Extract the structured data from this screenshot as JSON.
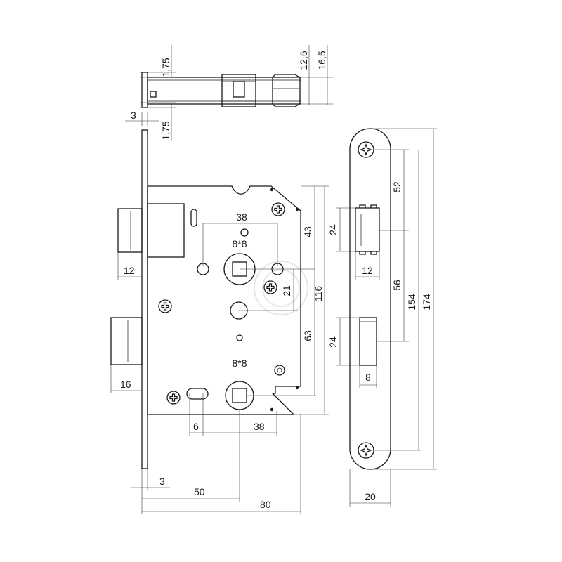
{
  "top_view": {
    "dims": {
      "plate_top": "1,75",
      "plate_bottom": "1,75",
      "plate_thickness": "3",
      "body_inner": "12,6",
      "body_outer": "16,5"
    }
  },
  "case": {
    "dims": {
      "spindle_distance": "38",
      "spindle_top": "8*8",
      "spindle_bottom": "8*8",
      "to_spindle": "43",
      "between_spindles": "21",
      "lower": "63",
      "height": "116",
      "latch_throw": "12",
      "bolt_throw": "16",
      "slot_width": "6",
      "hole_distance": "38",
      "faceplate_thickness": "3",
      "backset": "50",
      "depth": "80"
    }
  },
  "strike_plate": {
    "dims": {
      "top": "52",
      "latch_opening": "24",
      "latch_depth": "12",
      "middle": "56",
      "bolt_opening": "24",
      "bolt_depth": "8",
      "hole_spacing": "154",
      "length": "174",
      "width": "20"
    }
  }
}
